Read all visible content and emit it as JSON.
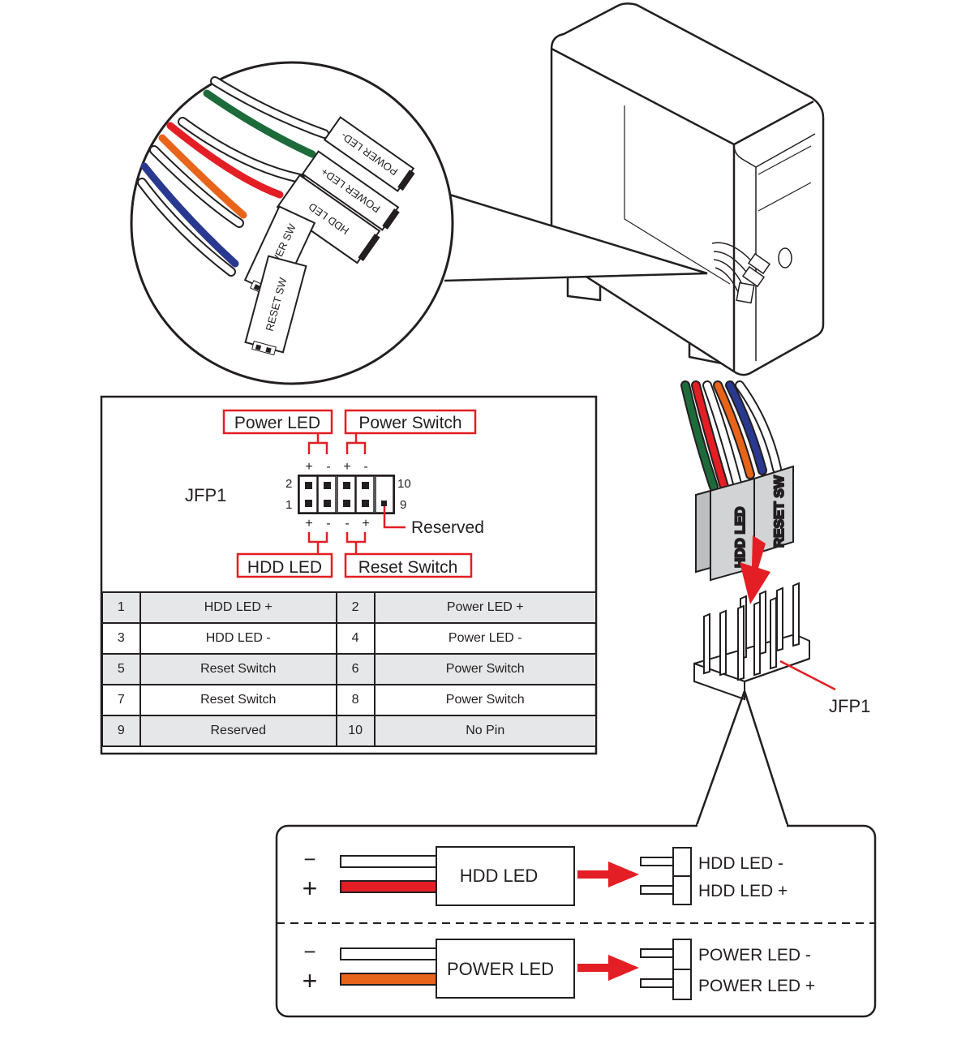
{
  "connector_labels": [
    "POWER LED-",
    "POWER LED+",
    "HDD LED",
    "POWER SW",
    "RESET SW"
  ],
  "cable_labels": [
    "HDD LED",
    "RESET SW"
  ],
  "header_name": "JFP1",
  "callouts": {
    "power_led": "Power LED",
    "power_switch": "Power Switch",
    "hdd_led": "HDD LED",
    "reset_switch": "Reset Switch",
    "reserved": "Reserved"
  },
  "pin_numbers": {
    "top_left": "2",
    "bottom_left": "1",
    "top_right": "10",
    "bottom_right": "9"
  },
  "polarity": {
    "plus": "+",
    "minus": "-"
  },
  "header_3d_label": "JFP1",
  "pin_table": [
    {
      "pin_a": "1",
      "signal_a": "HDD LED +",
      "pin_b": "2",
      "signal_b": "Power LED +"
    },
    {
      "pin_a": "3",
      "signal_a": "HDD LED -",
      "pin_b": "4",
      "signal_b": "Power LED -"
    },
    {
      "pin_a": "5",
      "signal_a": "Reset Switch",
      "pin_b": "6",
      "signal_b": "Power Switch"
    },
    {
      "pin_a": "7",
      "signal_a": "Reset Switch",
      "pin_b": "8",
      "signal_b": "Power Switch"
    },
    {
      "pin_a": "9",
      "signal_a": "Reserved",
      "pin_b": "10",
      "signal_b": "No Pin"
    }
  ],
  "polarity_diagram": {
    "hdd": {
      "connector": "HDD LED",
      "minus": "−",
      "plus": "+",
      "pin_minus": "HDD LED -",
      "pin_plus": "HDD LED +"
    },
    "power": {
      "connector": "POWER LED",
      "minus": "−",
      "plus": "+",
      "pin_minus": "POWER LED -",
      "pin_plus": "POWER LED +"
    }
  },
  "colors": {
    "red": "#e31e24",
    "green": "#1d6b3a",
    "orange": "#e8641b",
    "blue": "#2a3990",
    "table_shade": "#e6e7e8",
    "line": "#231f20"
  }
}
